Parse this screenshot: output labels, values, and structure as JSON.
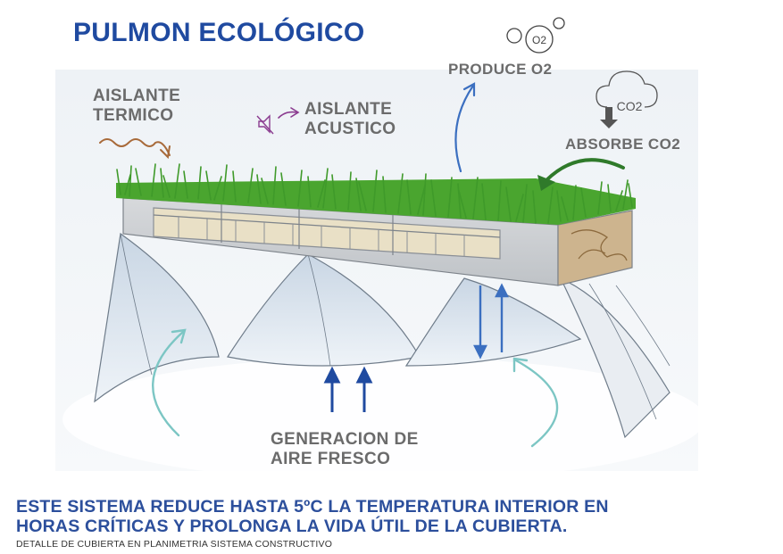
{
  "title": "PULMON ECOLÓGICO",
  "labels": {
    "thermal": "AISLANTE\nTERMICO",
    "acoustic": "AISLANTE\nACUSTICO",
    "produces_o2": "PRODUCE O2",
    "absorbs_co2": "ABSORBE CO2",
    "fresh_air": "GENERACION DE\nAIRE FRESCO"
  },
  "icons": {
    "o2_bubble": "O2",
    "co2_cloud": "CO2"
  },
  "claim": "ESTE SISTEMA REDUCE HASTA 5ºC LA TEMPERATURA INTERIOR EN\nHORAS CRÍTICAS Y PROLONGA LA VIDA ÚTIL DE LA CUBIERTA.",
  "caption": "DETALLE DE CUBIERTA EN PLANIMETRIA SISTEMA CONSTRUCTIVO",
  "colors": {
    "title": "#1f4aa0",
    "labels": "#6b6b6b",
    "claim": "#2c4f9c",
    "grass": "#3f9a2a",
    "arrow_blue": "#3b6fc0",
    "arrow_green": "#2f7a2a",
    "arrow_teal": "#7cc6c4",
    "arrow_brown": "#a86a3a",
    "arrow_purple": "#8a3b8f"
  }
}
